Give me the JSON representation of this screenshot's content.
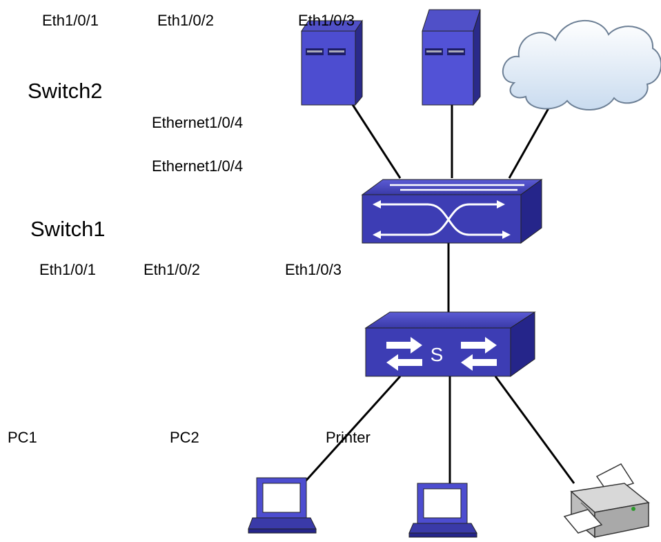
{
  "labels": {
    "switch2": "Switch2",
    "switch1": "Switch1",
    "sw2_ports": [
      "Eth1/0/1",
      "Eth1/0/2",
      "Eth1/0/3"
    ],
    "sw2_uplink": "Ethernet1/0/4",
    "sw1_uplink": "Ethernet1/0/4",
    "sw1_ports": [
      "Eth1/0/1",
      "Eth1/0/2",
      "Eth1/0/3"
    ],
    "pc1": "PC1",
    "pc2": "PC2",
    "printer": "Printer"
  },
  "icons": {
    "server": "server-icon",
    "cloud": "cloud-icon",
    "core_switch": "layer3-switch-icon",
    "access_switch": "layer2-switch-icon",
    "computer": "computer-icon",
    "printer": "printer-icon"
  },
  "colors": {
    "device_blue": "#3f3fb0",
    "device_light": "#6a6ae0",
    "cloud_fill": "#dfe9f5",
    "line": "#000000"
  }
}
